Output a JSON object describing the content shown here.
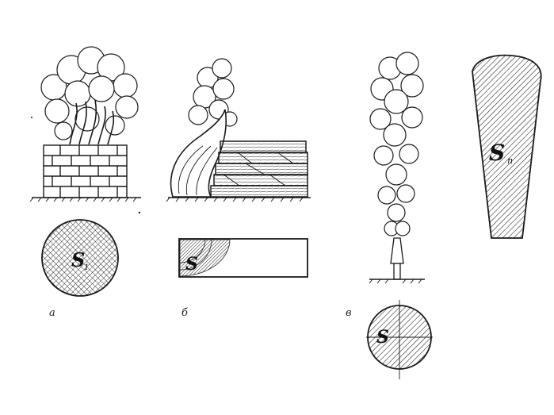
{
  "panels": [
    {
      "id": "a",
      "label": "а",
      "area_symbol": "S",
      "area_subscript": "1"
    },
    {
      "id": "b",
      "label": "б",
      "area_symbol": "S",
      "area_subscript": ""
    },
    {
      "id": "v",
      "label": "в",
      "area_symbol": "S",
      "area_subscript": "",
      "flame_area_symbol": "S",
      "flame_area_subscript": "п"
    }
  ],
  "colors": {
    "ink": "#1a1a1a",
    "paper": "#ffffff"
  }
}
